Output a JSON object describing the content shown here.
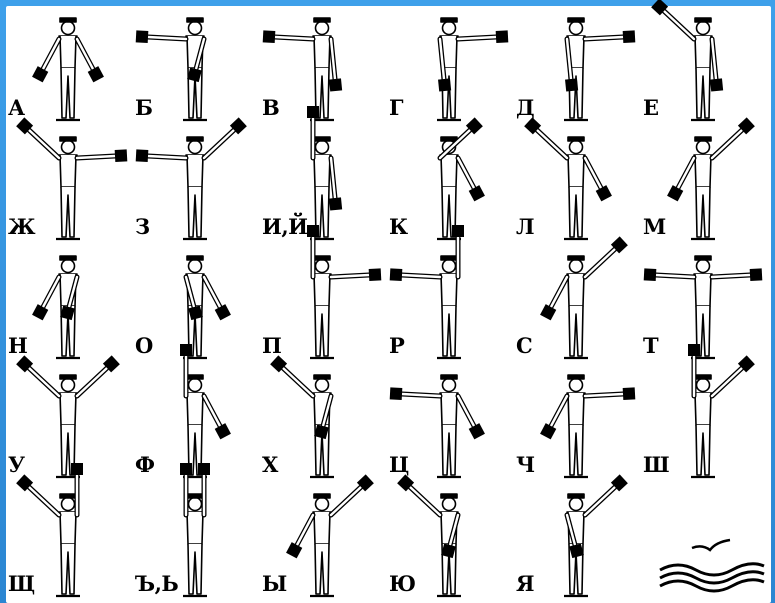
{
  "signals": [
    {
      "letter": "А",
      "left": "low-left",
      "right": "low-right"
    },
    {
      "letter": "Б",
      "left": "out-left",
      "right": "low-left-cross"
    },
    {
      "letter": "В",
      "left": "out-left",
      "right": "down"
    },
    {
      "letter": "Г",
      "left": "down",
      "right": "out-right"
    },
    {
      "letter": "Д",
      "left": "down",
      "right": "out-right"
    },
    {
      "letter": "Е",
      "left": "up-left",
      "right": "down"
    },
    {
      "letter": "Ж",
      "left": "up-left",
      "right": "out-right"
    },
    {
      "letter": "З",
      "left": "out-left",
      "right": "up-right"
    },
    {
      "letter": "И,Й",
      "left": "up",
      "right": "down"
    },
    {
      "letter": "К",
      "left": "up-right",
      "right": "low-right"
    },
    {
      "letter": "Л",
      "left": "up-left",
      "right": "low-right"
    },
    {
      "letter": "М",
      "left": "low-left",
      "right": "up-right"
    },
    {
      "letter": "Н",
      "left": "low-left",
      "right": "low-left-cross"
    },
    {
      "letter": "О",
      "left": "low-right-cross",
      "right": "low-right"
    },
    {
      "letter": "П",
      "left": "up",
      "right": "out-right"
    },
    {
      "letter": "Р",
      "left": "out-left",
      "right": "up"
    },
    {
      "letter": "С",
      "left": "low-left",
      "right": "up-right"
    },
    {
      "letter": "Т",
      "left": "out-left",
      "right": "out-right"
    },
    {
      "letter": "У",
      "left": "up-left",
      "right": "up-right"
    },
    {
      "letter": "Ф",
      "left": "up",
      "right": "low-right"
    },
    {
      "letter": "Х",
      "left": "up-left",
      "right": "low-left-cross"
    },
    {
      "letter": "Ц",
      "left": "out-left",
      "right": "low-right"
    },
    {
      "letter": "Ч",
      "left": "low-left",
      "right": "out-right"
    },
    {
      "letter": "Ш",
      "left": "up",
      "right": "up-right"
    },
    {
      "letter": "Щ",
      "left": "up-left",
      "right": "up"
    },
    {
      "letter": "Ъ,Ь",
      "left": "up",
      "right": "up"
    },
    {
      "letter": "Ы",
      "left": "low-left",
      "right": "up-right"
    },
    {
      "letter": "Ю",
      "left": "up-left",
      "right": "low-left-cross"
    },
    {
      "letter": "Я",
      "left": "low-right-cross",
      "right": "up-right"
    }
  ],
  "logo": {
    "name": "seagull-waves-logo"
  },
  "colors": {
    "frame": "#2b86d2",
    "ink": "#000000",
    "paper": "#ffffff"
  }
}
